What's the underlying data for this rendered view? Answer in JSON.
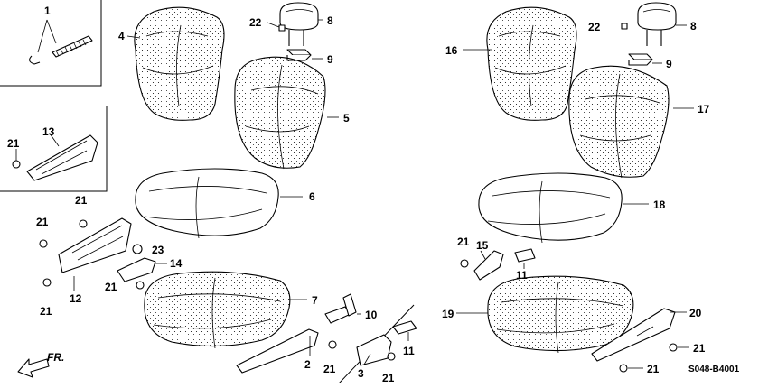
{
  "callouts": {
    "c1": "1",
    "c4": "4",
    "c22a": "22",
    "c8a": "8",
    "c9a": "9",
    "c5": "5",
    "c13": "13",
    "c21a": "21",
    "c6": "6",
    "c21b": "21",
    "c21c": "21",
    "c23": "23",
    "c14": "14",
    "c21d": "21",
    "c12": "12",
    "c21e": "21",
    "c7": "7",
    "c10": "10",
    "c2": "2",
    "c21f": "21",
    "c3": "3",
    "c21g": "21",
    "c11a": "11",
    "c16": "16",
    "c22b": "22",
    "c8b": "8",
    "c9b": "9",
    "c17": "17",
    "c18": "18",
    "c21h": "21",
    "c15": "15",
    "c11b": "11",
    "c19": "19",
    "c20": "20",
    "c21i": "21",
    "c21j": "21"
  },
  "direction_label": "FR.",
  "part_code": "S048-B4001"
}
